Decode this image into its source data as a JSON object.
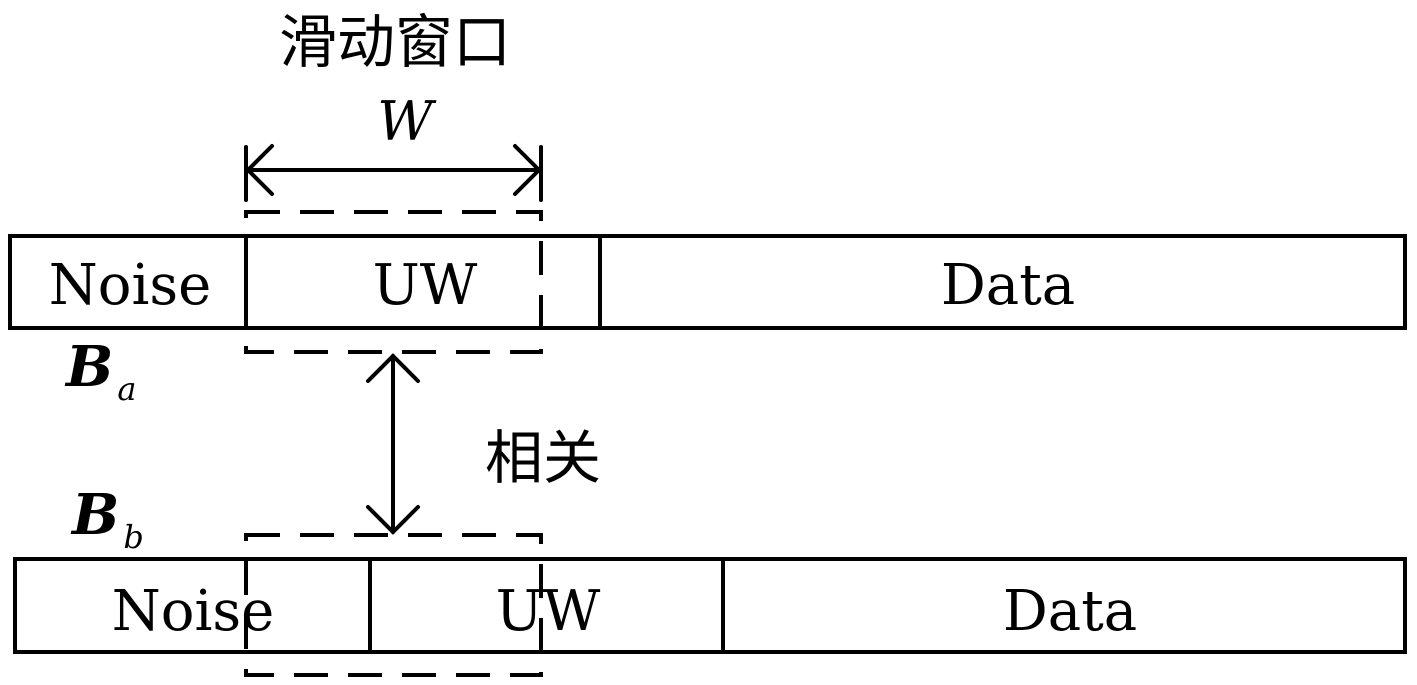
{
  "window_label": "滑动窗口",
  "window_symbol": "W",
  "correlation_label": "相关",
  "frames": [
    {
      "symbol": "B",
      "subscript": "a",
      "segments": {
        "noise": "Noise",
        "uw": "UW",
        "data": "Data"
      }
    },
    {
      "symbol": "B",
      "subscript": "b",
      "segments": {
        "noise": "Noise",
        "uw": "UW",
        "data": "Data"
      }
    }
  ],
  "colors": {
    "stroke": "#000000",
    "background": "#ffffff"
  }
}
